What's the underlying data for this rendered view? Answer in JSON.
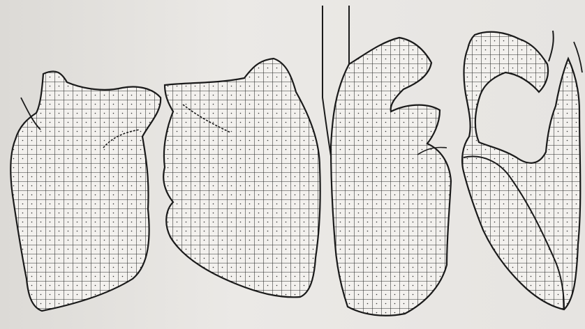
{
  "figure": {
    "description_visible_text": "",
    "panels": [
      {
        "id": "panel-1",
        "kind": "lobe-outline"
      },
      {
        "id": "panel-2",
        "kind": "lobe-outline"
      },
      {
        "id": "panel-3",
        "kind": "lobe-outline"
      },
      {
        "id": "panel-4",
        "kind": "lobe-outline"
      }
    ],
    "colors": {
      "paper": "#e6e4e1",
      "ink": "#1a1a1a",
      "grid": "#2a2a2a",
      "bleed_text": "#cfccc8"
    }
  }
}
